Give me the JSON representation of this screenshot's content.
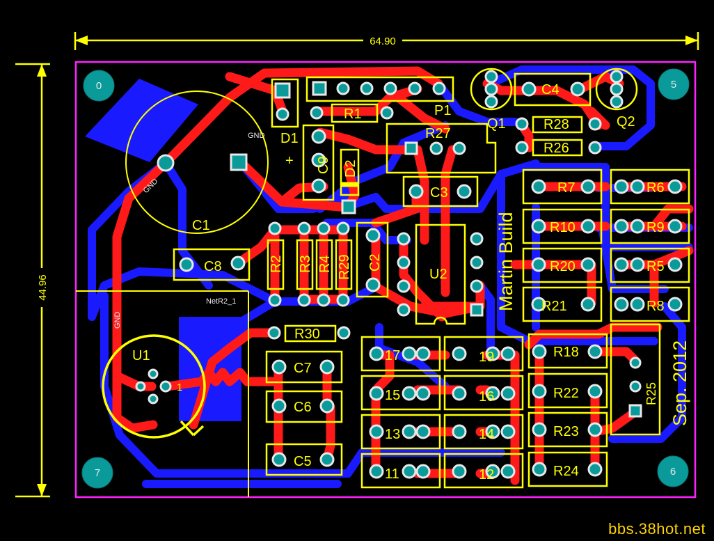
{
  "board": {
    "width_label": "64.90",
    "height_label": "44.96",
    "watermark": "bbs.38hot.net",
    "title_text": "Martin Build",
    "date_text": "Sep. 2012",
    "colors": {
      "outline": "#ff22ff",
      "top_copper": "#ff1a1a",
      "bottom_copper": "#1a1aff",
      "silkscreen": "#ffff00",
      "pad": "#e8e8e8",
      "mount_hole": "#0a9a9a",
      "background": "#000000"
    }
  },
  "mount_holes": [
    "0",
    "5",
    "7",
    "6"
  ],
  "nets": {
    "gnd": "GND",
    "net_r2": "NetR2_1"
  },
  "components": {
    "c1": "C1",
    "c1_plus": "+",
    "d1": "D1",
    "c9": "C9",
    "d2": "D2",
    "r1": "R1",
    "p1": "P1",
    "q1": "Q1",
    "q2": "Q2",
    "c4": "C4",
    "r28": "R28",
    "r26": "R26",
    "r27": "R27",
    "c3": "C3",
    "r7": "R7",
    "r6": "R6",
    "r10": "R10",
    "r9": "R9",
    "r20": "R20",
    "r5": "R5",
    "r21": "R21",
    "r8": "R8",
    "c8": "C8",
    "r2": "R2",
    "r3": "R3",
    "r4": "R4",
    "r29": "R29",
    "c2": "C2",
    "u2": "U2",
    "u1": "U1",
    "u1_pin": "1",
    "r30": "R30",
    "c7": "C7",
    "c6": "C6",
    "c5": "C5",
    "r17": "17",
    "r19": "19",
    "r15": "15",
    "r16": "16",
    "r13": "13",
    "r14": "14",
    "r11": "11",
    "r12": "12",
    "r18": "R18",
    "r22": "R22",
    "r23": "R23",
    "r24": "R24",
    "r25": "R25"
  }
}
